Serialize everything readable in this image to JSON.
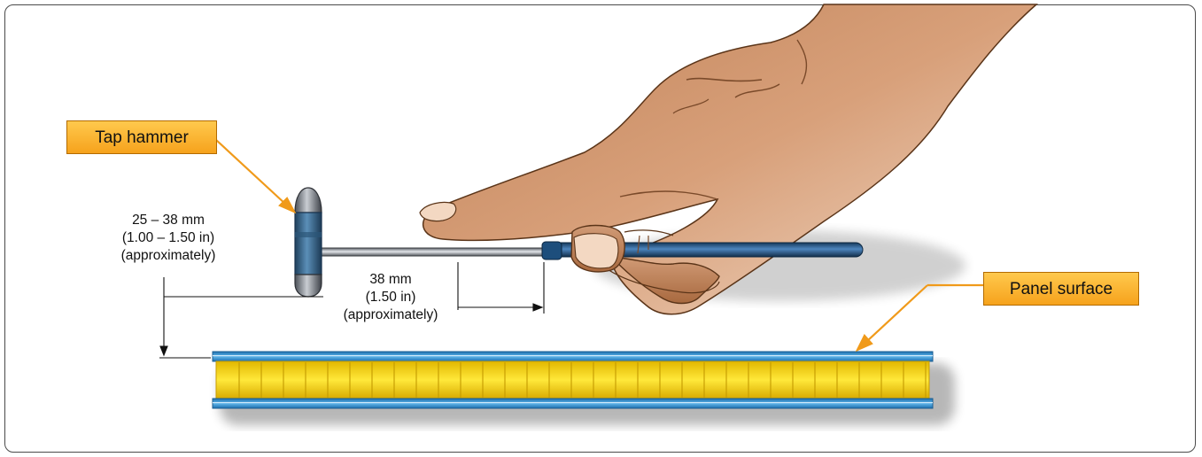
{
  "labels": {
    "tap_hammer": "Tap hammer",
    "panel_surface": "Panel surface"
  },
  "dimensions": {
    "height": {
      "line1": "25 – 38 mm",
      "line2": "(1.00 – 1.50 in)",
      "line3": "(approximately)"
    },
    "grip": {
      "line1": "38 mm",
      "line2": "(1.50 in)",
      "line3": "(approximately)"
    }
  },
  "colors": {
    "callout_fill": "#f6a21c",
    "panel_skin": "#2a8fd0",
    "honeycomb_core": "#f4d21a",
    "skin_tone": "#c9916a",
    "hammer_head": "#3a6d95",
    "hammer_tip": "#8a8f96"
  }
}
